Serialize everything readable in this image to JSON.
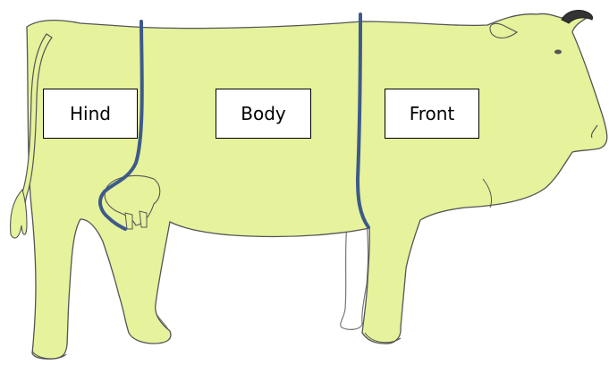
{
  "diagram": {
    "labels": {
      "hind": "Hind",
      "body": "Body",
      "front": "Front"
    },
    "colors": {
      "cow_fill": "#e6f29c",
      "outline": "#555555",
      "divider": "#3d5a8a",
      "label_bg": "#ffffff",
      "label_border": "#000000",
      "horn": "#333333",
      "far_leg_fill": "#ffffff"
    }
  }
}
